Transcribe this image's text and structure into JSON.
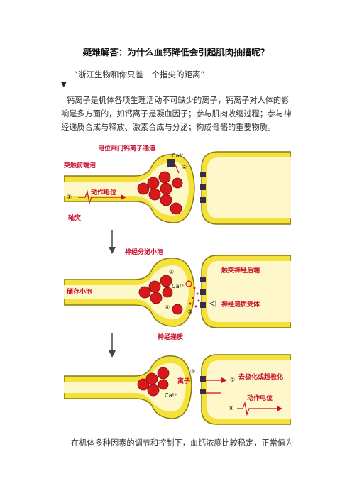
{
  "article": {
    "title": "疑难解答：为什么血钙降低会引起肌肉抽搐呢？",
    "quote": "“浙江生物和你只差一个指尖的距离”",
    "arrow": "▼",
    "paragraph": "钙离子是机体各项生理活动不可缺少的离子，钙离子对人体的影响是多方面的，如钙离子是凝血因子；参与肌肉收缩过程；参与神经递质合成与释放、激素合成与分泌；构成骨骼的重要物质。",
    "bottom_text": "在机体多种因素的调节和控制下，血钙浓度比较稳定，正常值为"
  },
  "figure": {
    "panel1": {
      "label_channel": "电位闸门钙离子通道",
      "label_vesicle": "突触前端泡",
      "label_action_potential": "动作电位",
      "label_axon": "轴突",
      "ion": "Ca²⁺",
      "step1": "①",
      "step2": "②"
    },
    "panel2": {
      "label_secretory": "神经分泌小泡",
      "label_storage": "储存小泡",
      "label_postsynaptic": "触突神经后端",
      "label_receptor": "神经递质受体",
      "label_transmitter": "神经递质",
      "ion": "Ca²⁺",
      "step3": "③",
      "step4": "④",
      "step5": "⑤"
    },
    "panel3": {
      "label_ion": "离子",
      "label_depolarize": "去极化或超极化",
      "label_action_potential": "动作电位",
      "ion": "Ca²⁺",
      "step6": "⑥",
      "step7": "⑦",
      "step8": "⑧"
    },
    "colors": {
      "membrane_yellow": "#f4e23a",
      "membrane_outline": "#8a7a10",
      "vesicle_red": "#d7191c",
      "cleft_pink": "#f8d7d7",
      "label_red": "#c8102e",
      "channel_purple": "#3a2a4a"
    }
  }
}
